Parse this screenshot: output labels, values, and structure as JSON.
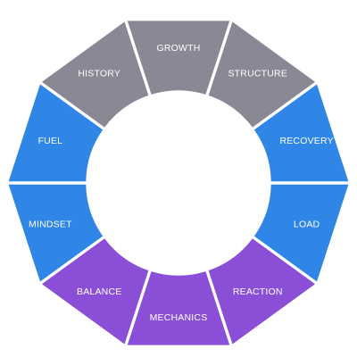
{
  "segments": [
    {
      "label": "GROWTH",
      "color": "#8a8894"
    },
    {
      "label": "STRUCTURE",
      "color": "#8a8894"
    },
    {
      "label": "RECOVERY",
      "color": "#2f86e6"
    },
    {
      "label": "LOAD",
      "color": "#2f86e6"
    },
    {
      "label": "REACTION",
      "color": "#8a4fd6"
    },
    {
      "label": "MECHANICS",
      "color": "#8a4fd6"
    },
    {
      "label": "BALANCE",
      "color": "#8a4fd6"
    },
    {
      "label": "MINDSET",
      "color": "#2f86e6"
    },
    {
      "label": "FUEL",
      "color": "#2f86e6"
    },
    {
      "label": "HISTORY",
      "color": "#8a8894"
    }
  ]
}
